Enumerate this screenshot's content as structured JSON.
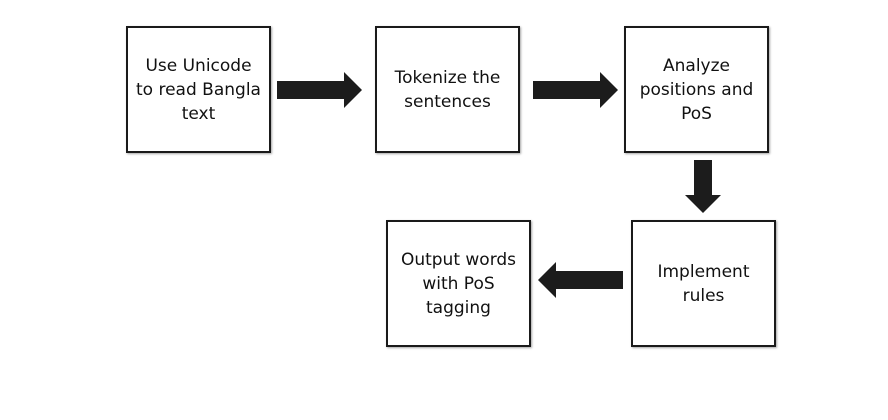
{
  "diagram": {
    "nodes": [
      {
        "id": "n1",
        "label": "Use Unicode\nto read Bangla\ntext"
      },
      {
        "id": "n2",
        "label": "Tokenize the\nsentences"
      },
      {
        "id": "n3",
        "label": "Analyze\npositions and\nPoS"
      },
      {
        "id": "n4",
        "label": "Implement\nrules"
      },
      {
        "id": "n5",
        "label": "Output words\nwith PoS\ntagging"
      }
    ],
    "edges": [
      {
        "from": "n1",
        "to": "n2"
      },
      {
        "from": "n2",
        "to": "n3"
      },
      {
        "from": "n3",
        "to": "n4"
      },
      {
        "from": "n4",
        "to": "n5"
      }
    ],
    "colors": {
      "box_border": "#1a1a1a",
      "arrow": "#1c1c1c",
      "background": "#ffffff"
    }
  }
}
